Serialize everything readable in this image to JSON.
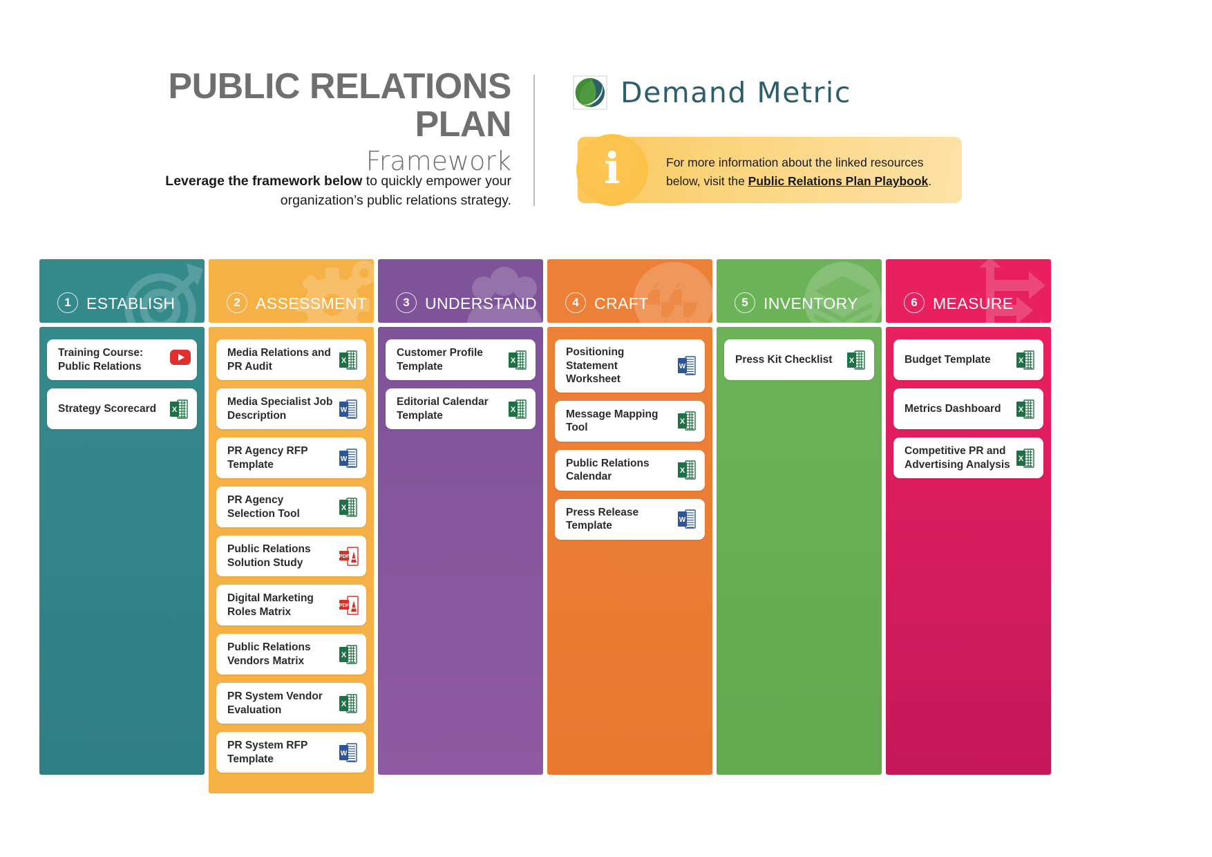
{
  "header": {
    "title_main": "PUBLIC RELATIONS PLAN",
    "title_sub": "Framework",
    "tagline_bold": "Leverage the framework below",
    "tagline_rest": " to quickly empower your organization’s public relations strategy.",
    "logo_text": "Demand Metric",
    "logo_icon": "demand-metric-swoosh"
  },
  "info": {
    "icon": "info-icon",
    "text_before": "For more information about the linked resources below, visit the ",
    "link_text": "Public Relations Plan Playbook",
    "text_after": "."
  },
  "colors": {
    "col1": "#34898b",
    "col1_end": "#2f7f86",
    "col2": "#f6b146",
    "col3": "#7f5399",
    "col3_end": "#8e5aa3",
    "col4": "#ed8037",
    "col5": "#6cb258",
    "col6": "#e8205f",
    "col6_end": "#c4185a",
    "title_gray": "#6e6f71",
    "logo_teal": "#2d5f6b",
    "info_amber": "#fbc75a",
    "excel_green": "#1e7145",
    "word_blue": "#2b579a",
    "pdf_red": "#d93025",
    "youtube_red": "#e02f2f"
  },
  "columns": [
    {
      "number": "1",
      "title": "ESTABLISH",
      "deco_icon": "target-icon",
      "bg": "#34898b",
      "bg_end": "#2f7f86",
      "items": [
        {
          "label": "Training Course: Public Relations",
          "icon": "youtube-icon"
        },
        {
          "label": "Strategy Scorecard",
          "icon": "excel-icon"
        }
      ]
    },
    {
      "number": "2",
      "title": "ASSESSMENT",
      "deco_icon": "gear-icon",
      "bg": "#f6b146",
      "bg_end": "#f6b146",
      "items": [
        {
          "label": "Media Relations and PR Audit",
          "icon": "excel-icon"
        },
        {
          "label": "Media Specialist Job Description",
          "icon": "word-icon"
        },
        {
          "label": "PR Agency RFP Template",
          "icon": "word-icon"
        },
        {
          "label": "PR Agency Selection Tool",
          "icon": "excel-icon"
        },
        {
          "label": "Public Relations Solution Study",
          "icon": "pdf-icon"
        },
        {
          "label": "Digital Marketing Roles Matrix",
          "icon": "pdf-icon"
        },
        {
          "label": "Public Relations Vendors Matrix",
          "icon": "excel-icon"
        },
        {
          "label": "PR System Vendor Evaluation",
          "icon": "excel-icon"
        },
        {
          "label": "PR System RFP Template",
          "icon": "word-icon"
        }
      ]
    },
    {
      "number": "3",
      "title": "UNDERSTAND",
      "deco_icon": "people-icon",
      "bg": "#7f5399",
      "bg_end": "#8e5aa3",
      "items": [
        {
          "label": "Customer Profile Template",
          "icon": "excel-icon"
        },
        {
          "label": "Editorial Calendar Template",
          "icon": "excel-icon"
        }
      ]
    },
    {
      "number": "4",
      "title": "CRAFT",
      "deco_icon": "quote-icon",
      "bg": "#ed8037",
      "bg_end": "#e87a30",
      "items": [
        {
          "label": "Positioning Statement Worksheet",
          "icon": "word-icon"
        },
        {
          "label": "Message Mapping Tool",
          "icon": "excel-icon"
        },
        {
          "label": "Public Relations Calendar",
          "icon": "excel-icon"
        },
        {
          "label": "Press Release Template",
          "icon": "word-icon"
        }
      ]
    },
    {
      "number": "5",
      "title": "INVENTORY",
      "deco_icon": "layers-icon",
      "bg": "#6cb258",
      "bg_end": "#63a950",
      "items": [
        {
          "label": "Press Kit Checklist",
          "icon": "excel-icon"
        }
      ]
    },
    {
      "number": "6",
      "title": "MEASURE",
      "deco_icon": "arrows-icon",
      "bg": "#e8205f",
      "bg_end": "#c4185a",
      "items": [
        {
          "label": "Budget Template",
          "icon": "excel-icon"
        },
        {
          "label": "Metrics Dashboard",
          "icon": "excel-icon"
        },
        {
          "label": "Competitive PR and Advertising Analysis",
          "icon": "excel-icon"
        }
      ]
    }
  ]
}
